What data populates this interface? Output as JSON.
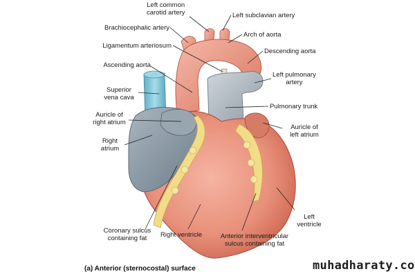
{
  "labels": {
    "left_common_carotid": [
      "Left common",
      "carotid artery"
    ],
    "left_subclavian": "Left subclavian artery",
    "brachiocephalic": "Brachiocephalic artery",
    "arch_of_aorta": "Arch of aorta",
    "ligamentum": "Ligamentum arteriosum",
    "descending_aorta": "Descending aorta",
    "ascending_aorta": "Ascending aorta",
    "left_pulmonary": [
      "Left pulmonary",
      "artery"
    ],
    "superior_vena_cava": [
      "Superior",
      "vena cava"
    ],
    "pulmonary_trunk": "Pulmonary trunk",
    "auricle_right": [
      "Auricle of",
      "right atrium"
    ],
    "auricle_left": [
      "Auricle of",
      "left atrium"
    ],
    "right_atrium": [
      "Right",
      "atrium"
    ],
    "left_ventricle": [
      "Left",
      "ventricle"
    ],
    "coronary_sulcus": [
      "Coronary sulcus",
      "containing fat"
    ],
    "right_ventricle": "Right ventricle",
    "anterior_interventricular": [
      "Anterior interventricular",
      "sulcus containing fat"
    ]
  },
  "caption": "(a) Anterior (sternocostal) surface",
  "watermark": "muhadharaty.com",
  "colors": {
    "muscle": "#e8907a",
    "muscle_dark": "#c9604c",
    "aorta": "#f0a090",
    "vein": "#7fc6d8",
    "atrium": "#8a9aa6",
    "pulmonary": "#a8b2ba",
    "fat": "#f2dc8a",
    "leader": "#222222"
  }
}
